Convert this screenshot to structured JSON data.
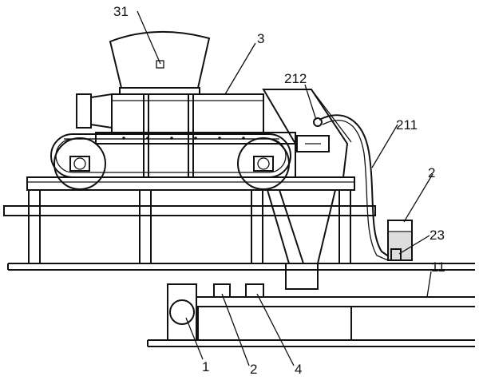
{
  "labels": {
    "l31": "31",
    "l3": "3",
    "l212": "212",
    "l211": "211",
    "l2_top": "2",
    "l23": "23",
    "l11": "11",
    "l1": "1",
    "l2_bottom": "2",
    "l4": "4"
  }
}
